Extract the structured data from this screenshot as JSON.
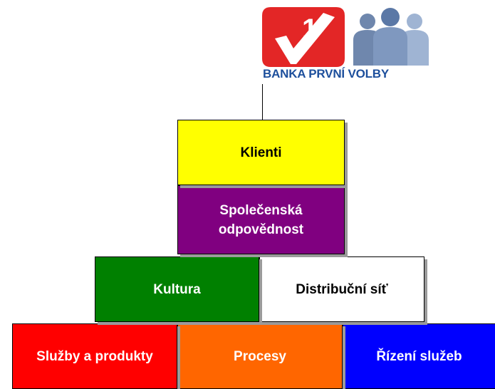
{
  "logo": {
    "number": "1",
    "text": "BANKA PRVNÍ VOLBY"
  },
  "colors": {
    "logo_red": "#e32626",
    "logo_blue_text": "#1d4f9c",
    "people_dark": "#6f87ad",
    "people_light": "#9fb4d3",
    "klienti": "#ffff00",
    "spolecenska": "#800080",
    "kultura": "#008000",
    "distribucni": "#ffffff",
    "sluzby": "#ff0000",
    "procesy": "#ff6600",
    "rizeni": "#0000ff"
  },
  "pyramid": {
    "top": {
      "label": "Klienti",
      "label2": "Společenská odpovědnost"
    },
    "middle": [
      {
        "label": "Kultura"
      },
      {
        "label": "Distribuční síť"
      }
    ],
    "bottom": [
      {
        "label": "Služby a produkty"
      },
      {
        "label": "Procesy"
      },
      {
        "label": "Řízení služeb"
      }
    ]
  }
}
